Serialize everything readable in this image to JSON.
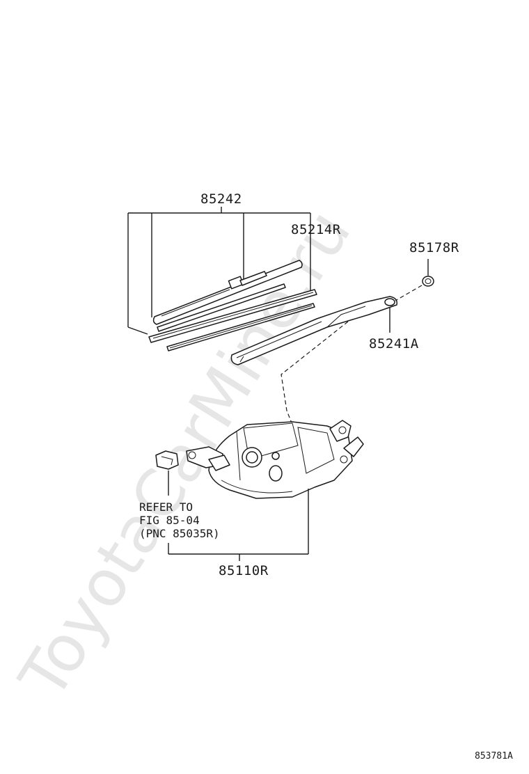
{
  "watermark": "ToyotaCarMine.ru",
  "diagram_code": "853781A",
  "parts": {
    "blade_assembly": "85242",
    "blade_rubber": "85214R",
    "nut_cap": "85178R",
    "wiper_arm": "85241A",
    "motor_assembly": "85110R"
  },
  "reference_note": {
    "line1": "REFER TO",
    "line2": "FIG 85-04",
    "line3": "(PNC 85035R)"
  }
}
